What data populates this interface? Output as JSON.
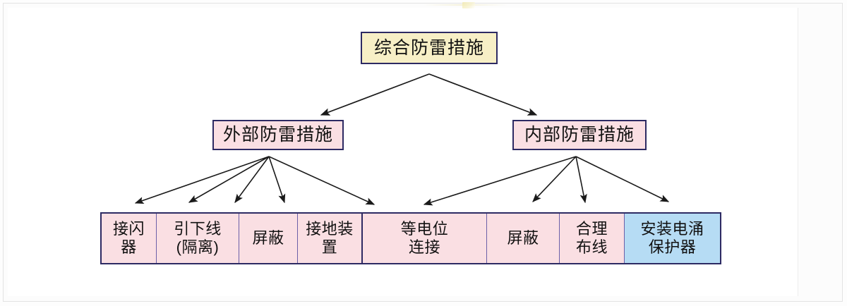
{
  "diagram": {
    "type": "tree",
    "title": "综合防雷措施",
    "root": {
      "label": "综合防雷措施",
      "fill": "#f7efc6",
      "border": "#2d2a63"
    },
    "branches": [
      {
        "id": "external",
        "label": "外部防雷措施",
        "fill": "#fadfe3",
        "border": "#2d2a63"
      },
      {
        "id": "internal",
        "label": "内部防雷措施",
        "fill": "#fadfe3",
        "border": "#2d2a63"
      }
    ],
    "leaves": [
      {
        "label": "接闪\n器",
        "group": "external",
        "fill": "#fadfe3"
      },
      {
        "label": "引下线\n(隔离)",
        "group": "external",
        "fill": "#fadfe3"
      },
      {
        "label": "屏蔽",
        "group": "external",
        "fill": "#fadfe3"
      },
      {
        "label": "接地装\n置",
        "group": "external",
        "fill": "#fadfe3"
      },
      {
        "label": "等电位\n连接",
        "group": "internal",
        "fill": "#fadfe3"
      },
      {
        "label": "屏蔽",
        "group": "internal",
        "fill": "#fadfe3"
      },
      {
        "label": "合理\n布线",
        "group": "internal",
        "fill": "#fadfe3"
      },
      {
        "label": "安装电涌\n保护器",
        "group": "internal",
        "fill": "#b6dcf4"
      }
    ],
    "edge_color": "#1a1a1a",
    "external_arrow_count": 5,
    "internal_arrow_count": 4
  }
}
